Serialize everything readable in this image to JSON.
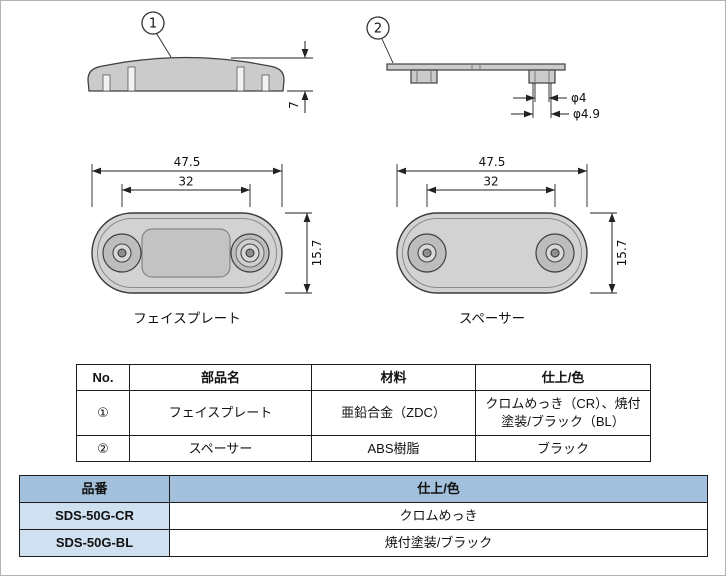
{
  "drawings": {
    "faceplate_section": {
      "callout": "1",
      "height_dim": "7"
    },
    "spacer_section": {
      "callout": "2",
      "dia_inner": "φ4",
      "dia_outer": "φ4.9"
    },
    "faceplate_plan": {
      "overall_width": "47.5",
      "hole_pitch": "32",
      "overall_height": "15.7",
      "caption": "フェイスプレート"
    },
    "spacer_plan": {
      "overall_width": "47.5",
      "hole_pitch": "32",
      "overall_height": "15.7",
      "caption": "スペーサー"
    }
  },
  "parts_table": {
    "headers": {
      "no": "No.",
      "name": "部品名",
      "material": "材料",
      "finish": "仕上/色"
    },
    "rows": [
      {
        "no": "①",
        "name": "フェイスプレート",
        "material": "亜鉛合金（ZDC）",
        "finish": "クロムめっき（CR）、焼付塗装/ブラック（BL）"
      },
      {
        "no": "②",
        "name": "スペーサー",
        "material": "ABS樹脂",
        "finish": "ブラック"
      }
    ]
  },
  "model_table": {
    "headers": {
      "model": "品番",
      "finish": "仕上/色"
    },
    "rows": [
      {
        "model": "SDS-50G-CR",
        "finish": "クロムめっき"
      },
      {
        "model": "SDS-50G-BL",
        "finish": "焼付塗装/ブラック"
      }
    ]
  },
  "colors": {
    "header_blue": "#a3c0dc",
    "cell_blue": "#cfe0f0",
    "metal_fill": "#cbcbcb",
    "line": "#222222"
  }
}
